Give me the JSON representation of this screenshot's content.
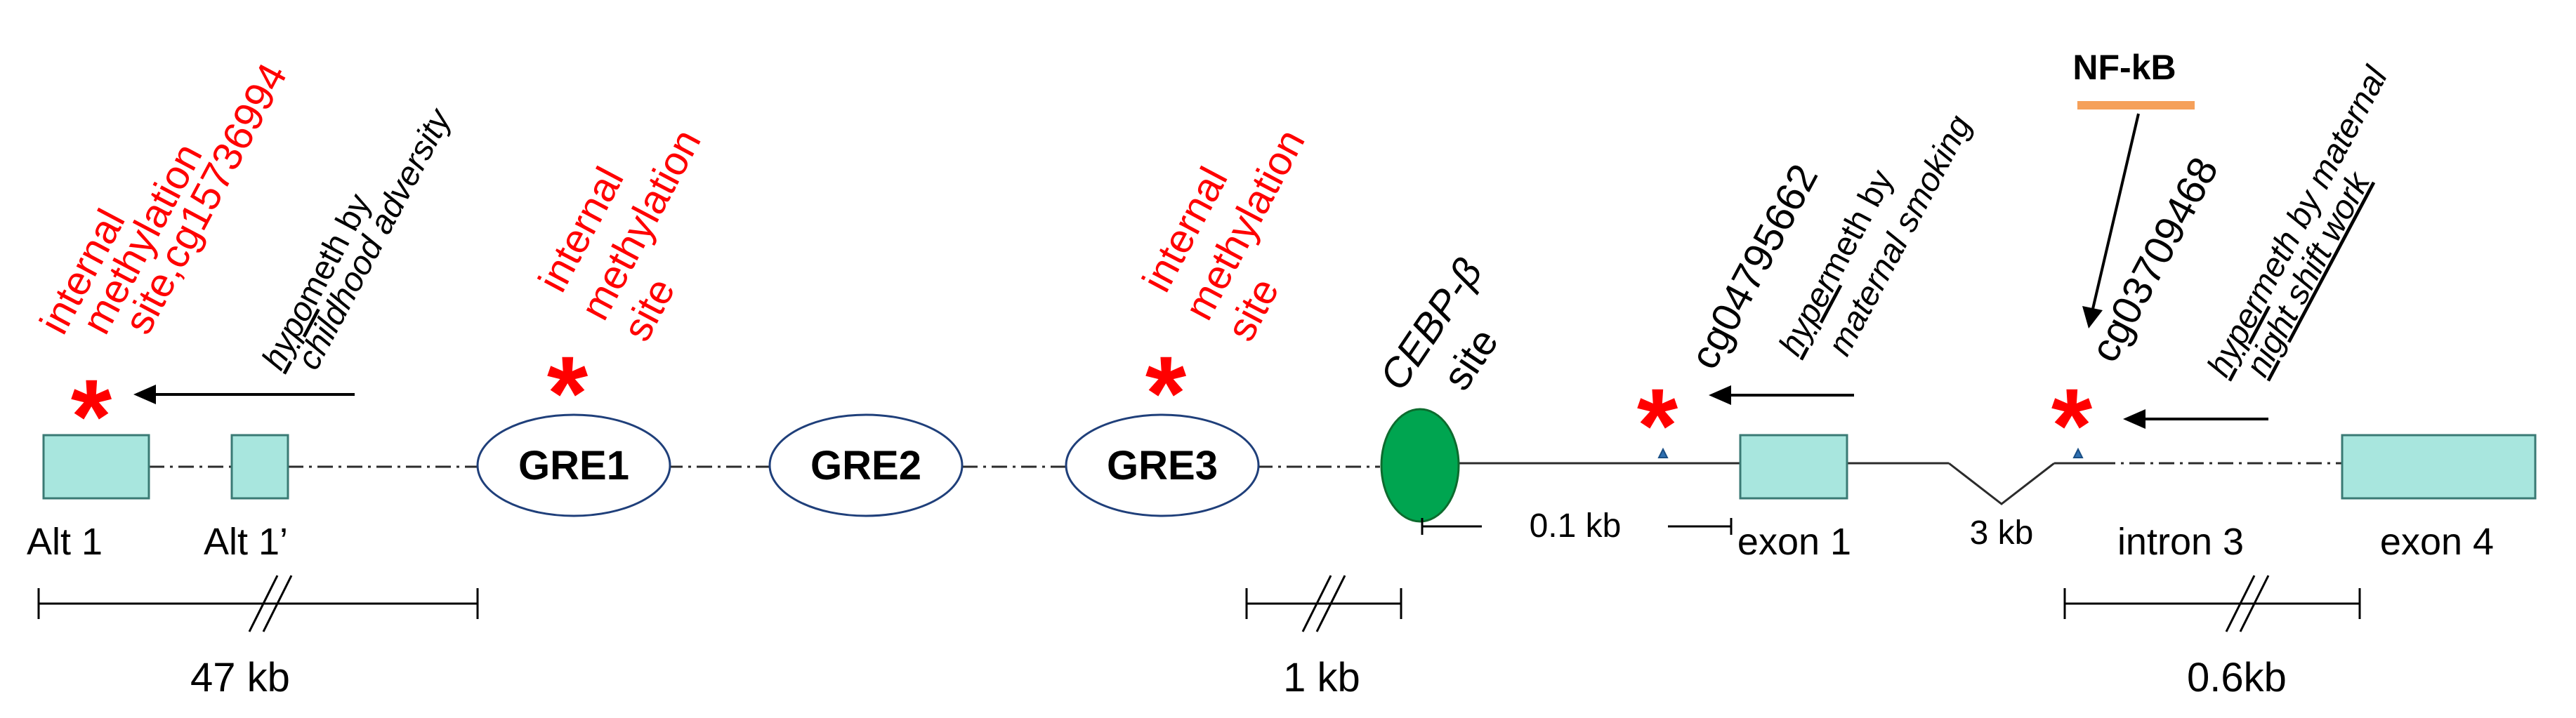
{
  "labels": {
    "alt1": "Alt 1",
    "alt1p": "Alt 1’",
    "gre1": "GRE1",
    "gre2": "GRE2",
    "gre3": "GRE3",
    "exon1": "exon 1",
    "intron3": "intron 3",
    "exon4": "exon 4",
    "cebp_name": "CEBP-β",
    "cebp_site": "site",
    "nfkb": "NF-kB"
  },
  "annotations": {
    "site1": {
      "line1": "internal",
      "line2": "methylation",
      "line3": "site,cg15736994"
    },
    "site1_effect": {
      "prefix": "hypo",
      "rest": "meth  by",
      "line2": "childhood adversity"
    },
    "site2": {
      "line1": "internal",
      "line2": "methylation",
      "line3": "site"
    },
    "site3": {
      "line1": "internal",
      "line2": "methylation",
      "line3": "site"
    },
    "cg2": {
      "id": "cg04795662",
      "prefix": "hyper",
      "rest": "meth by",
      "line2": "maternal smoking"
    },
    "cg3": {
      "id": "cg03709468",
      "prefix": "hyper",
      "rest": "meth by maternal",
      "line2": "night shift work"
    }
  },
  "scales": {
    "s47": "47 kb",
    "s1": "1 kb",
    "s01": "0.1 kb",
    "s3": "3 kb",
    "s06": "0.6kb"
  },
  "colors": {
    "methylation_red": "#ff0000",
    "exon_fill": "#a8e6de",
    "cebp_green": "#00a550",
    "nfkb_orange": "#f5a05a",
    "cpg_marker": "#2e6fb0",
    "gre_outline": "#1f3f7a"
  }
}
